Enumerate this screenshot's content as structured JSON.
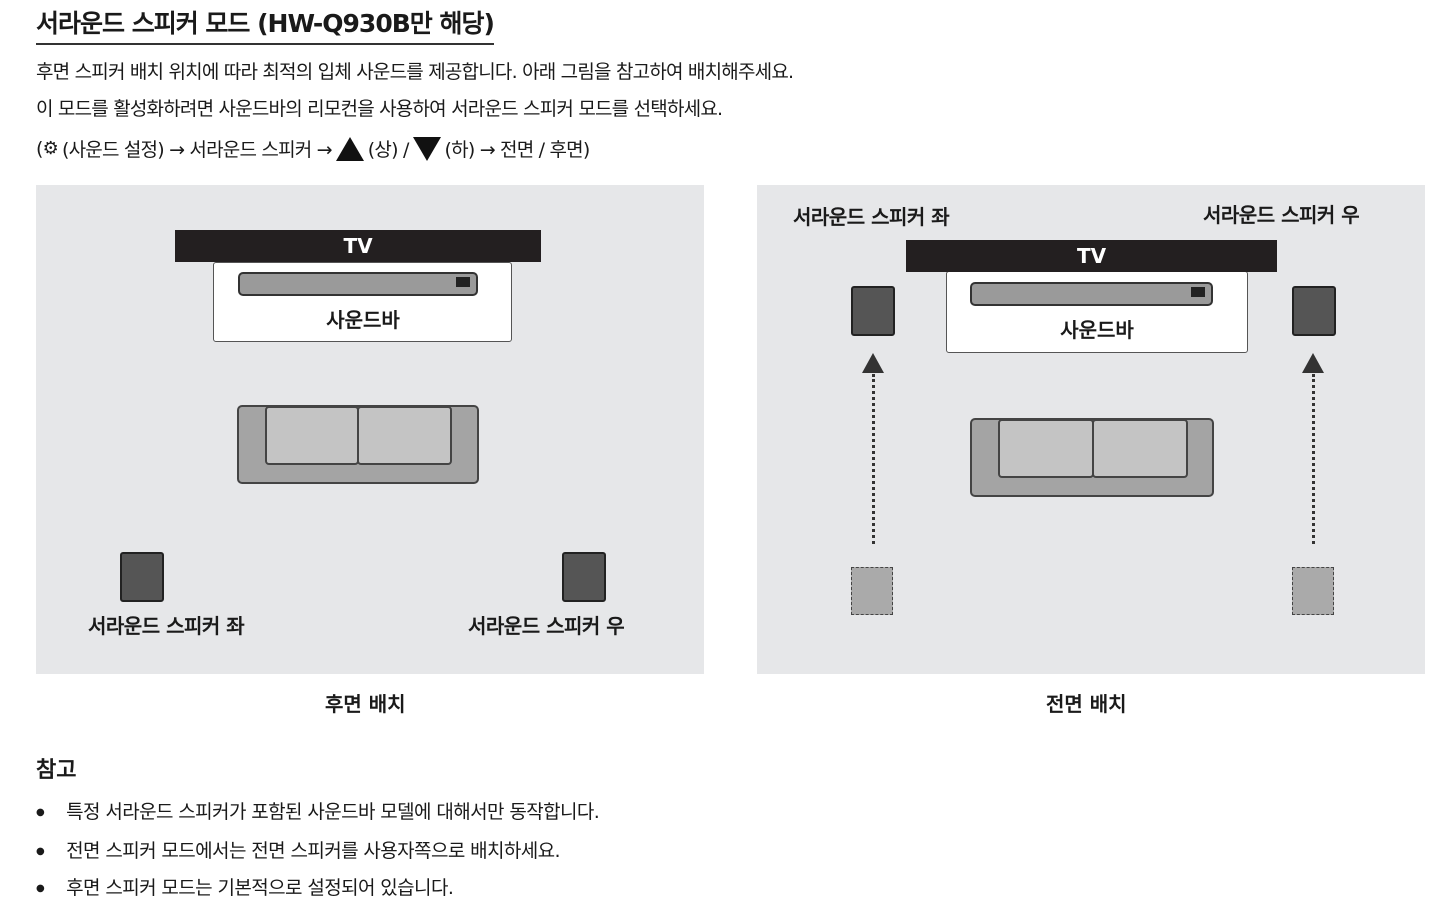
{
  "title": "서라운드 스피커 모드 (HW-Q930B만 해당)",
  "intro": [
    "후면 스피커 배치 위치에 따라 최적의 입체 사운드를 제공합니다. 아래 그림을 참고하여 배치해주세요.",
    "이 모드를 활성화하려면 사운드바의 리모컨을 사용하여 서라운드 스피커 모드를 선택하세요."
  ],
  "path": {
    "open": "(",
    "gear_icon": "gear-icon",
    "settings": "(사운드 설정) → 서라운드 스피커 →",
    "up_icon": "triangle-up-icon",
    "up": "(상) /",
    "down_icon": "triangle-down-icon",
    "down": "(하) → 전면 / 후면)"
  },
  "diagrams": {
    "rear": {
      "tv": "TV",
      "soundbar": "사운드바",
      "left": "서라운드 스피커 좌",
      "right": "서라운드 스피커 우",
      "caption": "후면 배치"
    },
    "front": {
      "tv": "TV",
      "soundbar": "사운드바",
      "left": "서라운드 스피커 좌",
      "right": "서라운드 스피커 우",
      "caption": "전면 배치"
    }
  },
  "note": {
    "heading": "참고",
    "items": [
      "특정 서라운드 스피커가 포함된 사운드바 모델에 대해서만 동작합니다.",
      "전면 스피커 모드에서는 전면 스피커를 사용자쪽으로 배치하세요.",
      "후면 스피커 모드는 기본적으로 설정되어 있습니다."
    ]
  }
}
